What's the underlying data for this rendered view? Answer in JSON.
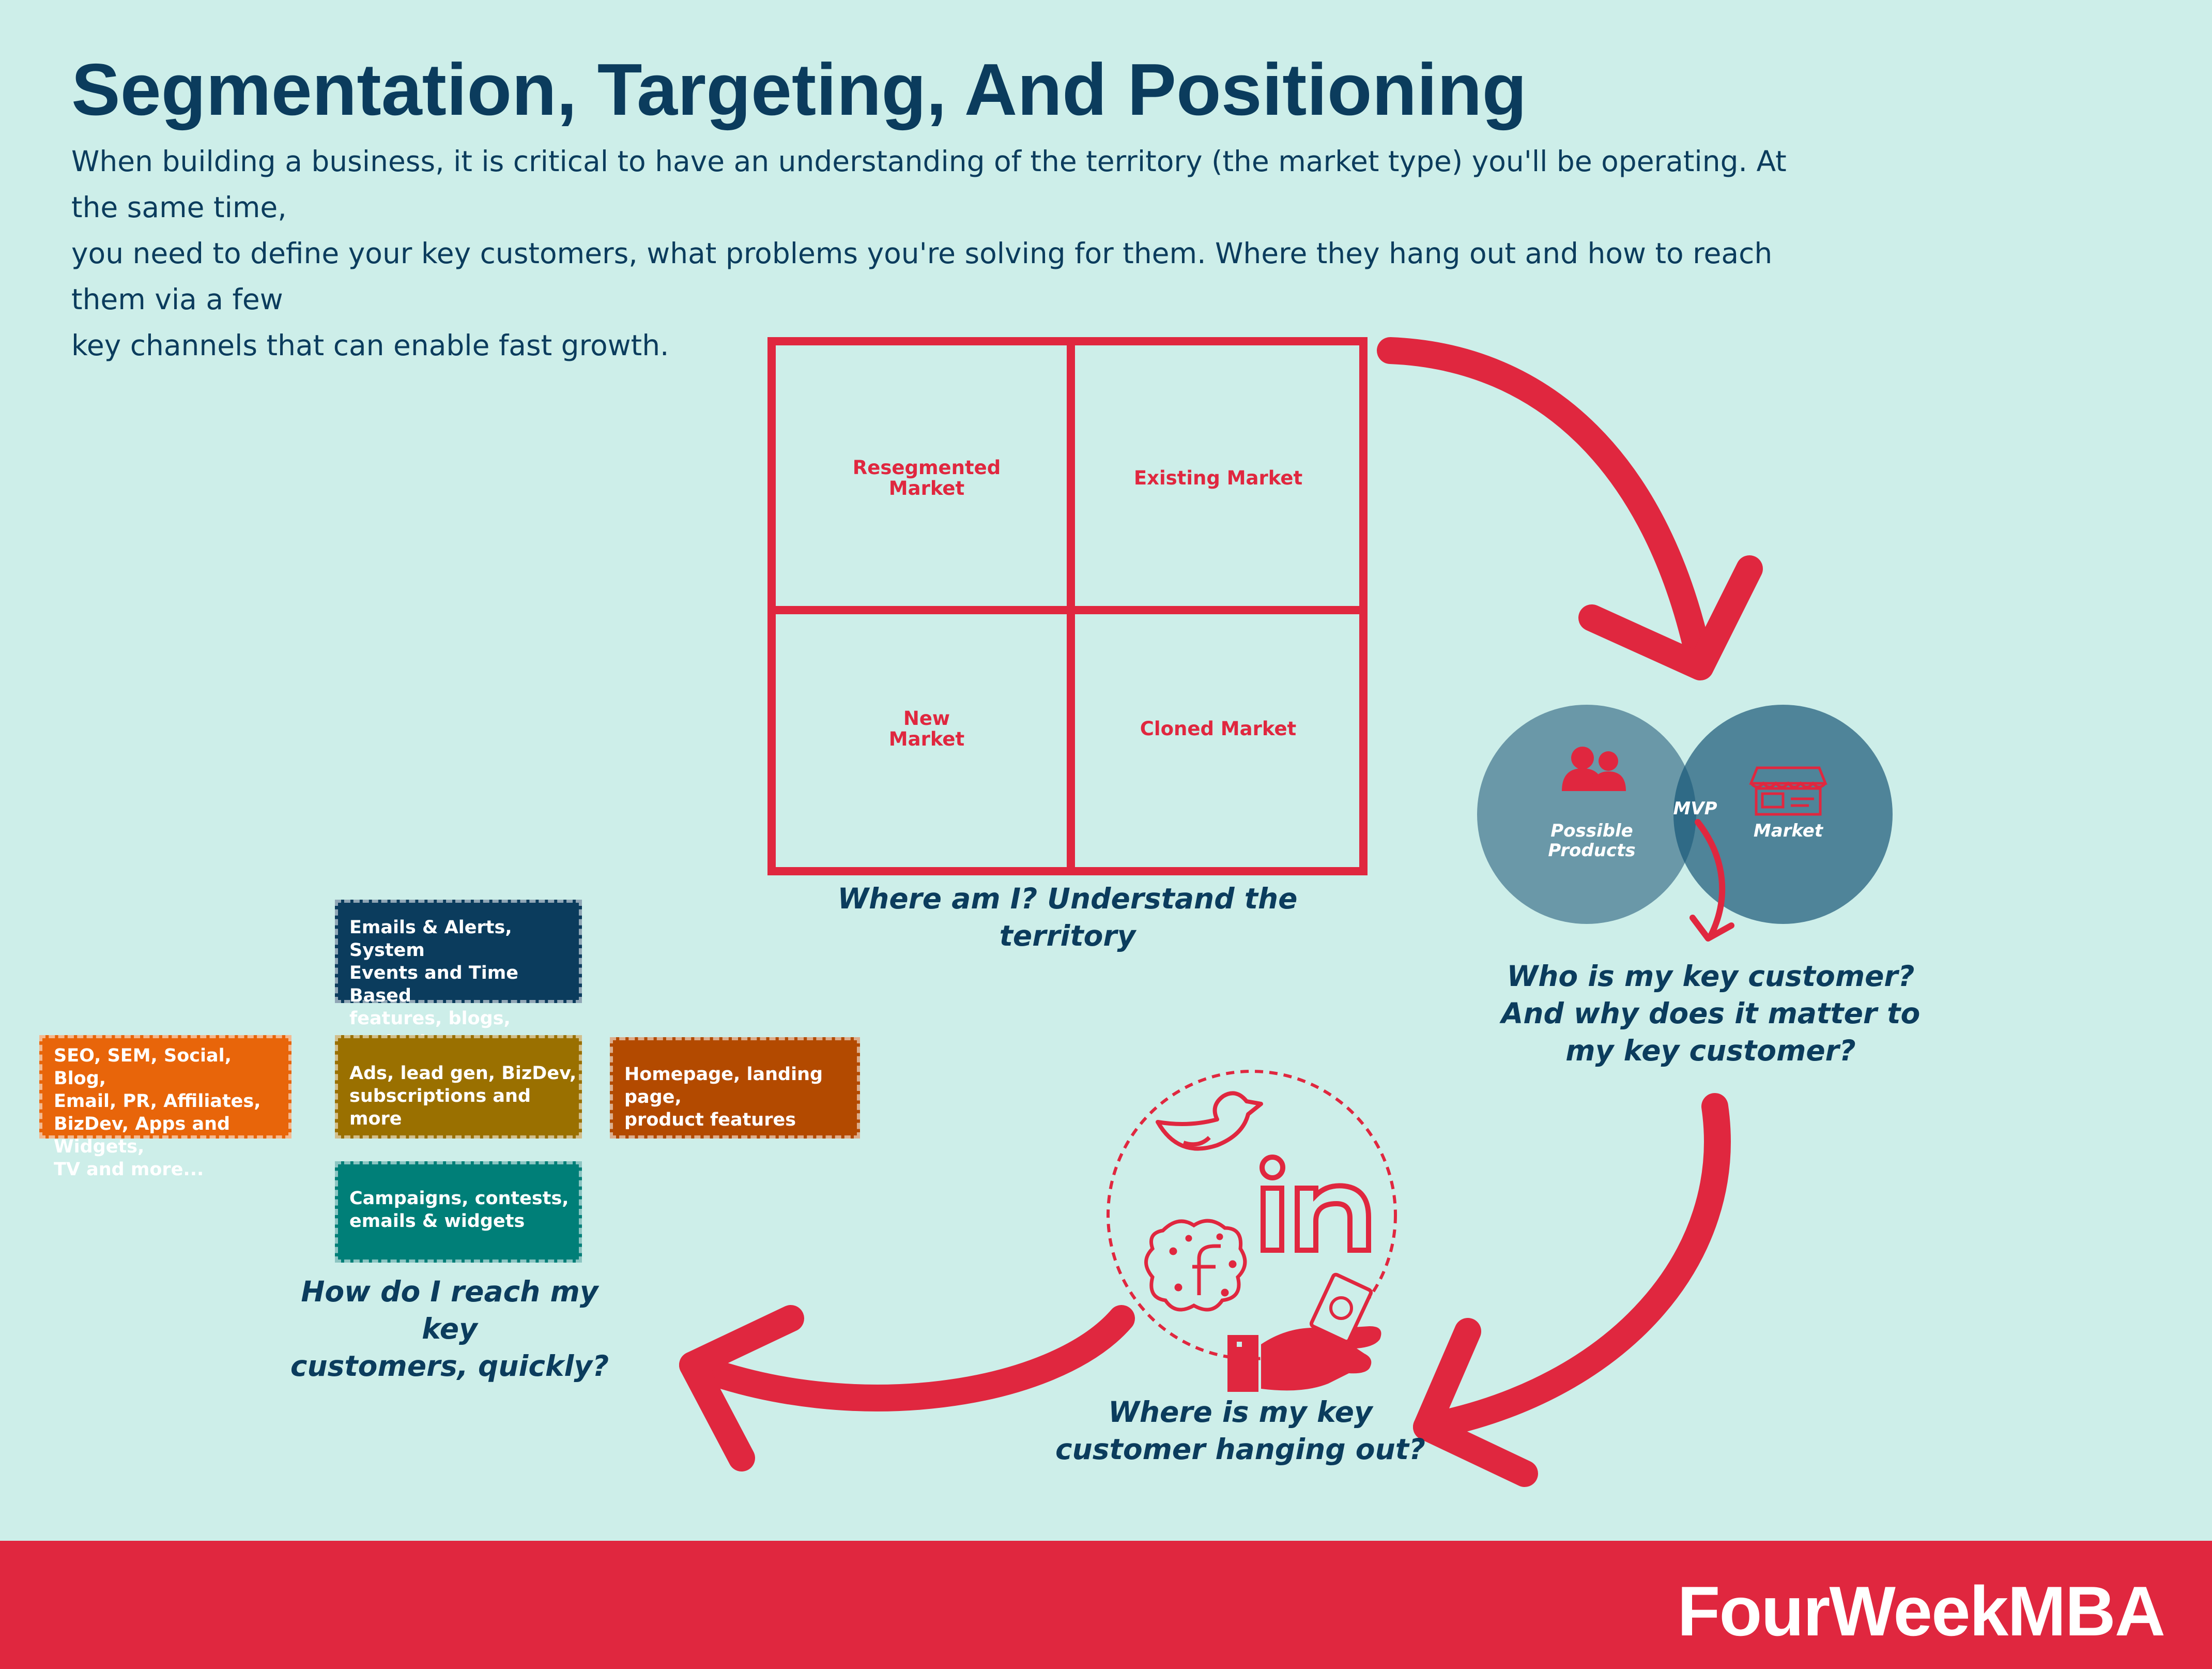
{
  "title": "Segmentation, Targeting, And Positioning",
  "intro_lines": [
    "When building a business, it is critical to have an understanding of the territory (the market type) you'll be operating. At the same time,",
    "you need to define your key customers, what problems you're solving for them. Where they hang out and how to reach them via a few",
    "key channels that can enable fast growth."
  ],
  "matrix": {
    "cells": {
      "top_left": "Resegmented\nMarket",
      "top_right": "Existing Market",
      "bottom_left": "New\nMarket",
      "bottom_right": "Cloned Market"
    },
    "caption": "Where am I? Understand the territory"
  },
  "venn": {
    "left_label": "Possible\nProducts",
    "right_label": "Market",
    "overlap_label": "MVP",
    "left_icon": "people-icon",
    "right_icon": "storefront-icon",
    "caption": "Who is my key customer?\nAnd why does it matter to\nmy key customer?"
  },
  "hangout": {
    "icons": [
      "twitter-bird-icon",
      "linkedin-icon",
      "facebook-icon",
      "hand-with-money-icon"
    ],
    "caption": "Where is my key\ncustomer hanging out?"
  },
  "channels": {
    "boxes": [
      {
        "id": "email",
        "text": "Emails & Alerts, System\nEvents and Time Based\nfeatures, blogs, content",
        "color": "#0b3c5d"
      },
      {
        "id": "seo",
        "text": "SEO, SEM, Social, Blog,\nEmail, PR, Affiliates,\nBizDev, Apps and Widgets,\nTV and more...",
        "color": "#e8650a"
      },
      {
        "id": "ads",
        "text": "Ads, lead gen, BizDev,\nsubscriptions and more",
        "color": "#9a7000"
      },
      {
        "id": "homepage",
        "text": "Homepage, landing page,\nproduct features",
        "color": "#b34a00"
      },
      {
        "id": "campaigns",
        "text": "Campaigns, contests,\nemails & widgets",
        "color": "#007f78"
      }
    ],
    "caption": "How do I reach my key\ncustomers, quickly?"
  },
  "colors": {
    "background": "#cdeee9",
    "accent_red": "#e0273f",
    "navy": "#0b3c5d",
    "venn_left": "#6a98a8",
    "venn_right": "#4f8499"
  },
  "brand": "FourWeekMBA"
}
